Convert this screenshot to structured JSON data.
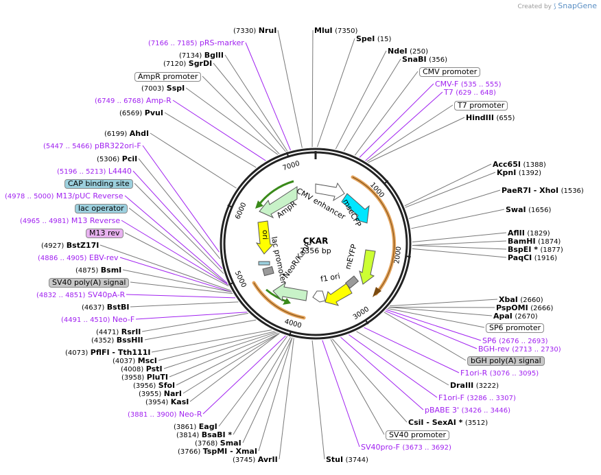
{
  "credit": {
    "prefix": "Created by",
    "brand": "SnapGene"
  },
  "plasmid": {
    "name": "CKAR",
    "size": "7356 bp"
  },
  "ring_ticks": [
    "1000",
    "2000",
    "3000",
    "4000",
    "5000",
    "6000",
    "7000"
  ],
  "inner_features": [
    "AmpR",
    "CMV enhancer",
    "mseCFP",
    "ori",
    "lac promoter",
    "NeoR/KanR",
    "f1 ori",
    "mEYFP"
  ],
  "labels": [
    {
      "id": "nrui",
      "kind": "site",
      "text": "NruI",
      "pos": "(7330)",
      "posFirst": true
    },
    {
      "id": "mlui",
      "kind": "site",
      "text": "MluI",
      "pos": "(7350)",
      "posFirst": false
    },
    {
      "id": "spei",
      "kind": "site",
      "text": "SpeI",
      "pos": "(15)",
      "posFirst": false
    },
    {
      "id": "prs",
      "kind": "primer",
      "text": "pRS-marker",
      "pos": "(7166 .. 7185)",
      "posFirst": true
    },
    {
      "id": "ndei",
      "kind": "site",
      "text": "NdeI",
      "pos": "(250)",
      "posFirst": false
    },
    {
      "id": "bglii",
      "kind": "site",
      "text": "BglII",
      "pos": "(7134)",
      "posFirst": true
    },
    {
      "id": "snabi",
      "kind": "site",
      "text": "SnaBI",
      "pos": "(356)",
      "posFirst": false
    },
    {
      "id": "sgrdi",
      "kind": "site",
      "text": "SgrDI",
      "pos": "(7120)",
      "posFirst": true
    },
    {
      "id": "cmvprom",
      "kind": "feat",
      "style": "white",
      "text": "CMV promoter"
    },
    {
      "id": "ampprom",
      "kind": "feat",
      "style": "white",
      "text": "AmpR promoter"
    },
    {
      "id": "cmvf",
      "kind": "primer",
      "text": "CMV-F",
      "pos": "(535 .. 555)",
      "posFirst": false
    },
    {
      "id": "sspi",
      "kind": "site",
      "text": "SspI",
      "pos": "(7003)",
      "posFirst": true
    },
    {
      "id": "t7",
      "kind": "primer",
      "text": "T7",
      "pos": "(629 .. 648)",
      "posFirst": false
    },
    {
      "id": "ampr",
      "kind": "primer",
      "text": "Amp-R",
      "pos": "(6749 .. 6768)",
      "posFirst": true
    },
    {
      "id": "t7prom",
      "kind": "feat",
      "style": "white",
      "text": "T7 promoter"
    },
    {
      "id": "pvui",
      "kind": "site",
      "text": "PvuI",
      "pos": "(6569)",
      "posFirst": true
    },
    {
      "id": "hindiii",
      "kind": "site",
      "text": "HindIII",
      "pos": "(655)",
      "posFirst": false
    },
    {
      "id": "ahdi",
      "kind": "site",
      "text": "AhdI",
      "pos": "(6199)",
      "posFirst": true
    },
    {
      "id": "pbr",
      "kind": "primer",
      "text": "pBR322ori-F",
      "pos": "(5447 .. 5466)",
      "posFirst": true
    },
    {
      "id": "pcii",
      "kind": "site",
      "text": "PciI",
      "pos": "(5306)",
      "posFirst": true
    },
    {
      "id": "acc65i",
      "kind": "site",
      "text": "Acc65I",
      "pos": "(1388)",
      "posFirst": false
    },
    {
      "id": "kpni",
      "kind": "site",
      "text": "KpnI",
      "pos": "(1392)",
      "posFirst": false
    },
    {
      "id": "l4440",
      "kind": "primer",
      "text": "L4440",
      "pos": "(5196 .. 5213)",
      "posFirst": true
    },
    {
      "id": "cap",
      "kind": "feat",
      "style": "blue",
      "text": "CAP binding site"
    },
    {
      "id": "paer7i",
      "kind": "site",
      "text": "PaeR7I  - XhoI",
      "pos": "(1536)",
      "posFirst": false
    },
    {
      "id": "m13puc",
      "kind": "primer",
      "text": "M13/pUC Reverse",
      "pos": "(4978 .. 5000)",
      "posFirst": true
    },
    {
      "id": "swai",
      "kind": "site",
      "text": "SwaI",
      "pos": "(1656)",
      "posFirst": false
    },
    {
      "id": "lacop",
      "kind": "feat",
      "style": "blue",
      "text": "lac operator"
    },
    {
      "id": "m13r",
      "kind": "primer",
      "text": "M13 Reverse",
      "pos": "(4965 .. 4981)",
      "posFirst": true
    },
    {
      "id": "m13rev",
      "kind": "feat",
      "style": "pink",
      "text": "M13 rev"
    },
    {
      "id": "afliii",
      "kind": "site",
      "text": "AflII",
      "pos": "(1829)",
      "posFirst": false
    },
    {
      "id": "bamhi",
      "kind": "site",
      "text": "BamHI",
      "pos": "(1874)",
      "posFirst": false
    },
    {
      "id": "bstz",
      "kind": "site",
      "text": "BstZ17I",
      "pos": "(4927)",
      "posFirst": true
    },
    {
      "id": "bspei",
      "kind": "site",
      "text": "BspEI *",
      "pos": "(1877)",
      "posFirst": false
    },
    {
      "id": "ebv",
      "kind": "primer",
      "text": "EBV-rev",
      "pos": "(4886 .. 4905)",
      "posFirst": true
    },
    {
      "id": "paqci",
      "kind": "site",
      "text": "PaqCI",
      "pos": "(1916)",
      "posFirst": false
    },
    {
      "id": "bsmi",
      "kind": "site",
      "text": "BsmI",
      "pos": "(4875)",
      "posFirst": true
    },
    {
      "id": "sv40pa",
      "kind": "feat",
      "style": "gray",
      "text": "SV40 poly(A) signal"
    },
    {
      "id": "sv40par",
      "kind": "primer",
      "text": "SV40pA-R",
      "pos": "(4832 .. 4851)",
      "posFirst": true
    },
    {
      "id": "xbai",
      "kind": "site",
      "text": "XbaI",
      "pos": "(2660)",
      "posFirst": false
    },
    {
      "id": "bstbi",
      "kind": "site",
      "text": "BstBI",
      "pos": "(4637)",
      "posFirst": true
    },
    {
      "id": "pspomi",
      "kind": "site",
      "text": "PspOMI",
      "pos": "(2666)",
      "posFirst": false
    },
    {
      "id": "apai",
      "kind": "site",
      "text": "ApaI",
      "pos": "(2670)",
      "posFirst": false
    },
    {
      "id": "neof",
      "kind": "primer",
      "text": "Neo-F",
      "pos": "(4491 .. 4510)",
      "posFirst": true
    },
    {
      "id": "sp6prom",
      "kind": "feat",
      "style": "white",
      "text": "SP6 promoter"
    },
    {
      "id": "rsrii",
      "kind": "site",
      "text": "RsrII",
      "pos": "(4471)",
      "posFirst": true
    },
    {
      "id": "bsshii",
      "kind": "site",
      "text": "BssHII",
      "pos": "(4352)",
      "posFirst": true
    },
    {
      "id": "sp6",
      "kind": "primer",
      "text": "SP6",
      "pos": "(2676 .. 2693)",
      "posFirst": false
    },
    {
      "id": "bgh",
      "kind": "primer",
      "text": "BGH-rev",
      "pos": "(2713 .. 2730)",
      "posFirst": false
    },
    {
      "id": "pflfi",
      "kind": "site",
      "text": "PflFI  - Tth111I",
      "pos": "(4073)",
      "posFirst": true
    },
    {
      "id": "msci",
      "kind": "site",
      "text": "MscI",
      "pos": "(4037)",
      "posFirst": true
    },
    {
      "id": "bghpa",
      "kind": "feat",
      "style": "gray",
      "text": "bGH poly(A) signal"
    },
    {
      "id": "psti",
      "kind": "site",
      "text": "PstI",
      "pos": "(4008)",
      "posFirst": true
    },
    {
      "id": "f1orir",
      "kind": "primer",
      "text": "F1ori-R",
      "pos": "(3076 .. 3095)",
      "posFirst": false
    },
    {
      "id": "pluti",
      "kind": "site",
      "text": "PluTI",
      "pos": "(3958)",
      "posFirst": true
    },
    {
      "id": "sfoi",
      "kind": "site",
      "text": "SfoI",
      "pos": "(3956)",
      "posFirst": true
    },
    {
      "id": "draiii",
      "kind": "site",
      "text": "DraIII",
      "pos": "(3222)",
      "posFirst": false
    },
    {
      "id": "nari",
      "kind": "site",
      "text": "NarI",
      "pos": "(3955)",
      "posFirst": true
    },
    {
      "id": "f1orif",
      "kind": "primer",
      "text": "F1ori-F",
      "pos": "(3286 .. 3307)",
      "posFirst": false
    },
    {
      "id": "kasi",
      "kind": "site",
      "text": "KasI",
      "pos": "(3954)",
      "posFirst": true
    },
    {
      "id": "pbabe",
      "kind": "primer",
      "text": "pBABE 3'",
      "pos": "(3426 .. 3446)",
      "posFirst": false
    },
    {
      "id": "neor",
      "kind": "primer",
      "text": "Neo-R",
      "pos": "(3881 .. 3900)",
      "posFirst": true
    },
    {
      "id": "csii",
      "kind": "site",
      "text": "CsiI  - SexAI *",
      "pos": "(3512)",
      "posFirst": false
    },
    {
      "id": "eagi",
      "kind": "site",
      "text": "EagI",
      "pos": "(3861)",
      "posFirst": true
    },
    {
      "id": "sv40prom",
      "kind": "feat",
      "style": "white",
      "text": "SV40 promoter"
    },
    {
      "id": "bsabi",
      "kind": "site",
      "text": "BsaBI *",
      "pos": "(3814)",
      "posFirst": true
    },
    {
      "id": "smai",
      "kind": "site",
      "text": "SmaI",
      "pos": "(3768)",
      "posFirst": true
    },
    {
      "id": "sv40f",
      "kind": "primer",
      "text": "SV40pro-F",
      "pos": "(3673 .. 3692)",
      "posFirst": false
    },
    {
      "id": "tspmi",
      "kind": "site",
      "text": "TspMI  - XmaI",
      "pos": "(3766)",
      "posFirst": true
    },
    {
      "id": "avrii",
      "kind": "site",
      "text": "AvrII",
      "pos": "(3745)",
      "posFirst": true
    },
    {
      "id": "stui",
      "kind": "site",
      "text": "StuI",
      "pos": "(3744)",
      "posFirst": false
    }
  ]
}
